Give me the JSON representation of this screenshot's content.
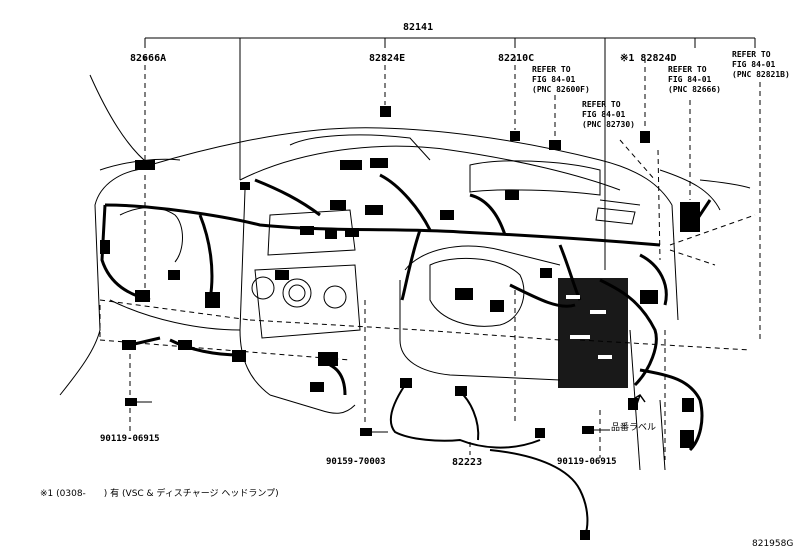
{
  "parts": {
    "main_harness": "82141",
    "p_82666A": "82666A",
    "p_82824E": "82824E",
    "p_82210C": "82210C",
    "p_82824D": "※1 82824D",
    "p_82223": "82223",
    "bolt_left": "90119-06915",
    "bolt_center": "90159-70003",
    "bolt_right": "90119-06915"
  },
  "refs": {
    "r1": {
      "l1": "REFER TO",
      "l2": "FIG 84-01",
      "l3": "(PNC 82600F)"
    },
    "r2": {
      "l1": "REFER TO",
      "l2": "FIG 84-01",
      "l3": "(PNC 82730)"
    },
    "r3": {
      "l1": "REFER TO",
      "l2": "FIG 84-01",
      "l3": "(PNC 82666)"
    },
    "r4": {
      "l1": "REFER TO",
      "l2": "FIG 84-01",
      "l3": "(PNC 82821B)"
    }
  },
  "label_note": "品番ラベル",
  "footnote": "※1 (0308-　　) 有 (VSC & ディスチャージ ヘッドランプ)",
  "figure_code": "821958G"
}
